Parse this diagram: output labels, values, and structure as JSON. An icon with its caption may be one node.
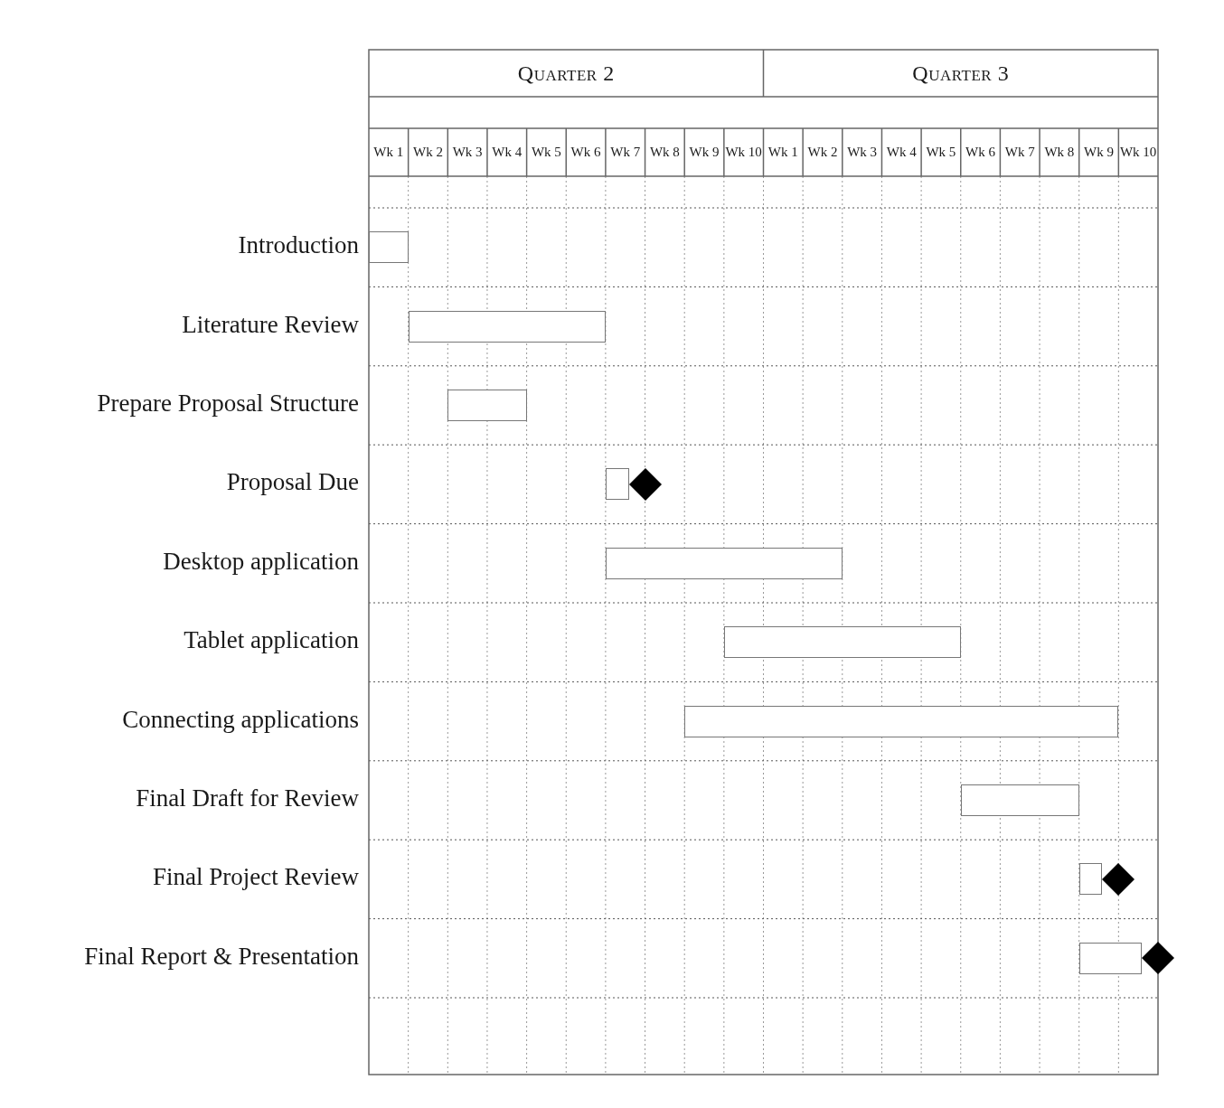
{
  "diagram": {
    "nodes": [
      {
        "text": [],
        "shape": "bar"
      },
      {
        "text": [],
        "shape": "bar"
      },
      {
        "text": [],
        "shape": "bar"
      },
      {
        "text": [],
        "shape": "bar"
      },
      {
        "text": [],
        "shape": "diamond"
      },
      {
        "text": [],
        "shape": "bar"
      },
      {
        "text": [],
        "shape": "bar"
      },
      {
        "text": [],
        "shape": "bar"
      },
      {
        "text": [],
        "shape": "bar"
      },
      {
        "text": [],
        "shape": "bar"
      },
      {
        "text": [],
        "shape": "diamond"
      },
      {
        "text": [],
        "shape": "bar"
      },
      {
        "text": [],
        "shape": "diamond"
      }
    ],
    "labels": [
      "Quarter 2",
      "Quarter 3",
      "Wk 1",
      "Wk 2",
      "Wk 3",
      "Wk 4",
      "Wk 5",
      "Wk 6",
      "Wk 7",
      "Wk 8",
      "Wk 9",
      "Wk 10",
      "Wk 1",
      "Wk 2",
      "Wk 3",
      "Wk 4",
      "Wk 5",
      "Wk 6",
      "Wk 7",
      "Wk 8",
      "Wk 9",
      "Wk 10",
      "Introduction",
      "Literature Review",
      "Prepare Proposal Structure",
      "Proposal Due",
      "Desktop application",
      "Tablet application",
      "Connecting applications",
      "Final Draft for Review",
      "Final Project Review",
      "Final Report & Presentation"
    ]
  }
}
